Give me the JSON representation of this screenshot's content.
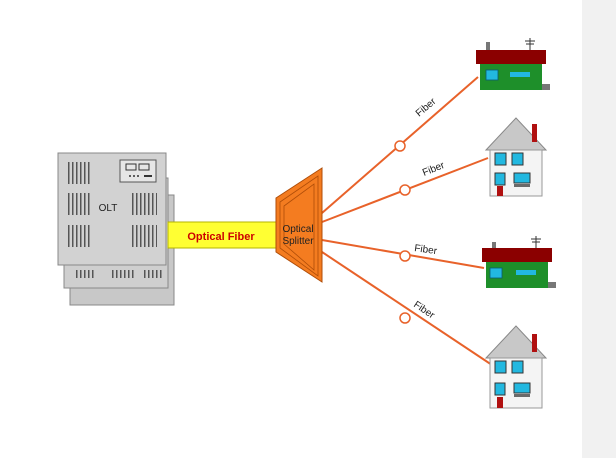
{
  "olt": {
    "label": "OLT"
  },
  "trunk": {
    "label": "Optical Fiber"
  },
  "splitter": {
    "label_line1": "Optical",
    "label_line2": "Splitter"
  },
  "branches": [
    {
      "label": "Fiber",
      "home_type": "house-flat-roof-green"
    },
    {
      "label": "Fiber",
      "home_type": "house-gable-roof-white"
    },
    {
      "label": "Fiber",
      "home_type": "house-flat-roof-green"
    },
    {
      "label": "Fiber",
      "home_type": "house-gable-roof-white"
    }
  ],
  "colors": {
    "fiber": "#e8622a",
    "splitter": "#f47c20",
    "trunk": "#ffff33",
    "olt": "#c8c8c8",
    "roof_dark": "#8b0000",
    "house_green": "#1e8f2a",
    "window": "#22b8e0"
  }
}
